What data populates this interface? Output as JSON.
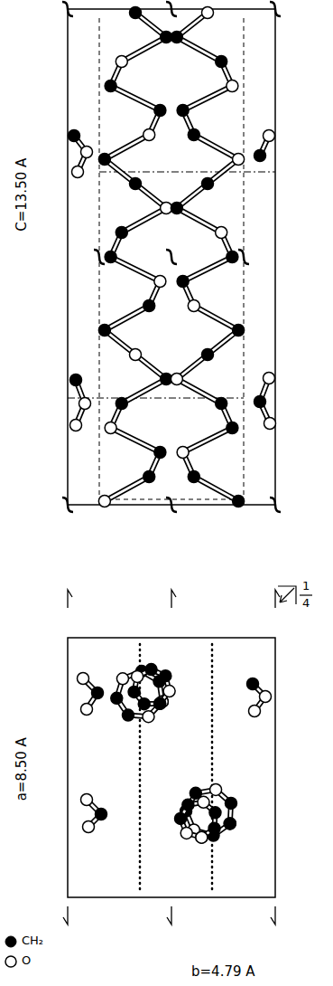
{
  "diagram": {
    "labels": [
      "C=13.50 A",
      "a=8.50 A",
      "b=4.79 A",
      "1",
      "4"
    ],
    "legend": [
      {
        "text": "CH₂"
      },
      {
        "text": "O"
      }
    ]
  }
}
